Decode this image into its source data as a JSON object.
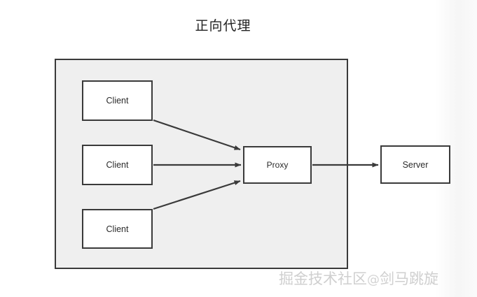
{
  "diagram": {
    "title": "正向代理",
    "type": "network-architecture",
    "container": {
      "name": "proxy-zone",
      "label": "",
      "fill_color": "#efefef",
      "border_color": "#3a3a3a"
    },
    "nodes": [
      {
        "id": "client-1",
        "label": "Client",
        "fill_color": "#ffffff",
        "border_color": "#3a3a3a"
      },
      {
        "id": "client-2",
        "label": "Client",
        "fill_color": "#ffffff",
        "border_color": "#3a3a3a"
      },
      {
        "id": "client-3",
        "label": "Client",
        "fill_color": "#ffffff",
        "border_color": "#3a3a3a"
      },
      {
        "id": "proxy",
        "label": "Proxy",
        "fill_color": "#ffffff",
        "border_color": "#3a3a3a"
      },
      {
        "id": "server",
        "label": "Server",
        "fill_color": "#ffffff",
        "border_color": "#3a3a3a"
      }
    ],
    "edges": [
      {
        "from": "client-1",
        "to": "proxy",
        "arrow": "end",
        "label": ""
      },
      {
        "from": "client-2",
        "to": "proxy",
        "arrow": "end",
        "label": ""
      },
      {
        "from": "client-3",
        "to": "proxy",
        "arrow": "end",
        "label": ""
      },
      {
        "from": "proxy",
        "to": "server",
        "arrow": "end",
        "label": ""
      }
    ],
    "edge_color": "#3a3a3a"
  },
  "watermark": {
    "site": "掘金技术社区",
    "at": "@",
    "user": "剑马跳旋",
    "color": "#cfcfcf"
  }
}
